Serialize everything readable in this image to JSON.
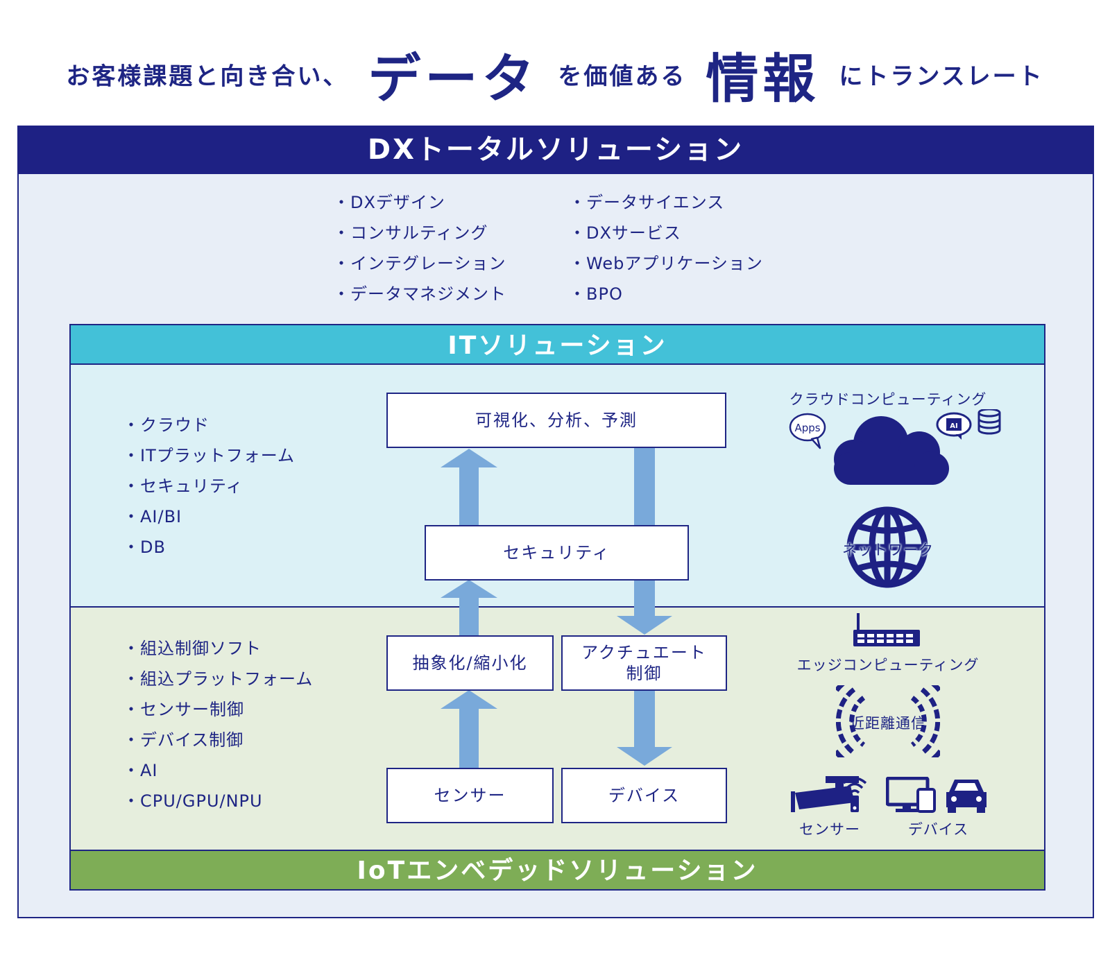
{
  "headline": {
    "part1": "お客様課題と向き合い、",
    "emph1": "データ",
    "part2": "を価値ある",
    "emph2": "情報",
    "part3": "にトランスレート"
  },
  "dx": {
    "title": "DXトータルソリューション",
    "left_items": [
      "DXデザイン",
      "コンサルティング",
      "インテグレーション",
      "データマネジメント"
    ],
    "right_items": [
      "データサイエンス",
      "DXサービス",
      "Webアプリケーション",
      "BPO"
    ]
  },
  "it": {
    "title": "ITソリューション",
    "items": [
      "クラウド",
      "ITプラットフォーム",
      "セキュリティ",
      "AI/BI",
      "DB"
    ],
    "box_visualize": "可視化、分析、予測",
    "box_security": "セキュリティ",
    "cloud_label": "クラウドコンピューティング",
    "apps_label": "Apps",
    "ai_label": "AI",
    "network_label": "ネットワーク"
  },
  "iot": {
    "title": "IoTエンベデッドソリューション",
    "items": [
      "組込制御ソフト",
      "組込プラットフォーム",
      "センサー制御",
      "デバイス制御",
      "AI",
      "CPU/GPU/NPU"
    ],
    "box_abstract": "抽象化/縮小化",
    "box_actuate": "アクチュエート\n制御",
    "box_sensor": "センサー",
    "box_device": "デバイス",
    "edge_label": "エッジコンピューティング",
    "nfc_label": "近距離通信",
    "sensor_label": "センサー",
    "device_label": "デバイス"
  },
  "colors": {
    "navy": "#1e2184",
    "it_cyan": "#43c1d8",
    "iot_green": "#7ead56",
    "arrow_blue": "#79a9da"
  }
}
